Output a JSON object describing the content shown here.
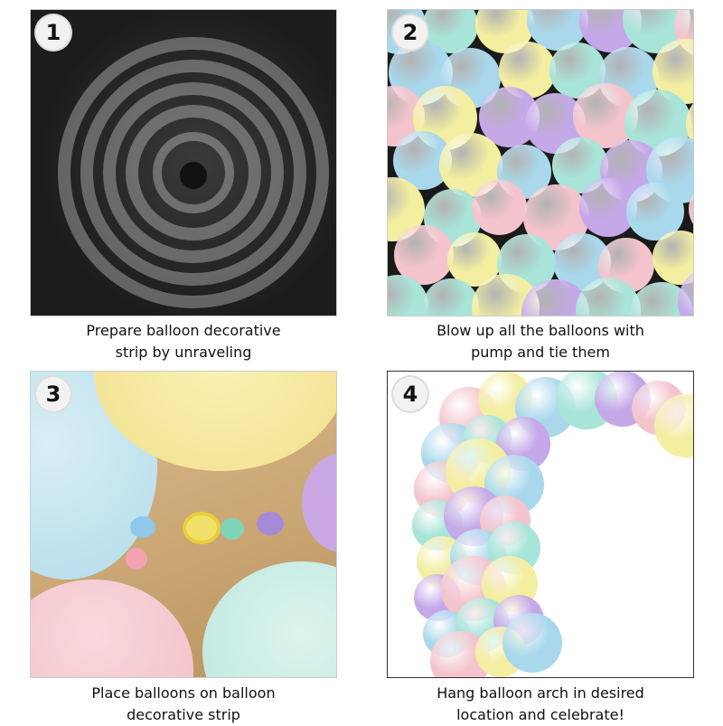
{
  "steps": [
    {
      "number": "1",
      "caption_line1": "Prepare balloon decorative",
      "caption_line2": "strip by unraveling"
    },
    {
      "number": "2",
      "caption_line1": "Blow up all the balloons with",
      "caption_line2": "pump and tie them"
    },
    {
      "number": "3",
      "caption_line1": "Place balloons on balloon",
      "caption_line2": "decorative strip"
    },
    {
      "number": "4",
      "caption_line1": "Hang balloon arch in desired",
      "caption_line2": "location and celebrate!"
    }
  ],
  "colors": {
    "pink": "#f4c4cc",
    "blue": "#a9d8ec",
    "purple": "#c5a8e8",
    "yellow": "#f3eea0",
    "mint": "#a8e4d8"
  }
}
